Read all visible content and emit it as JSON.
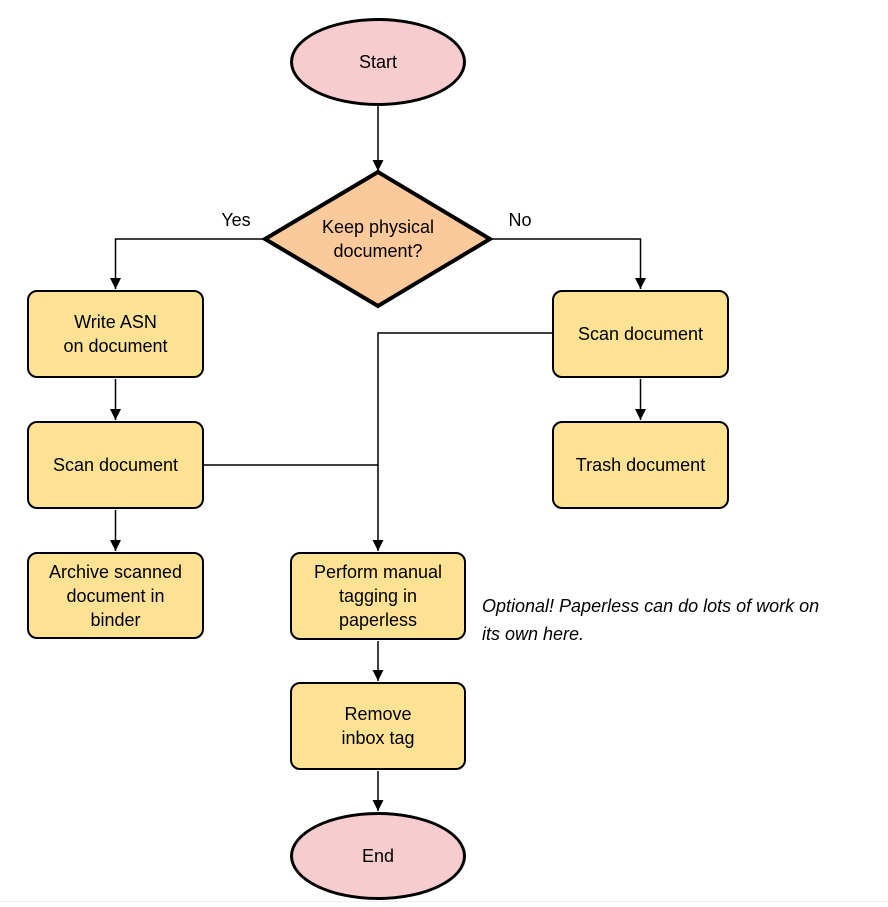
{
  "colors": {
    "background": "#FFFFFF",
    "stroke": "#000000",
    "terminal_fill": "#F7CCCE",
    "decision_fill": "#FCC99B",
    "process_fill": "#FDE294",
    "divider": "#EFEFEF"
  },
  "diagram": {
    "nodes": [
      {
        "id": "start",
        "shape": "ellipse",
        "label": "Start",
        "lines": [
          "Start"
        ]
      },
      {
        "id": "decision",
        "shape": "diamond",
        "label": "Keep physical document?",
        "lines": [
          "Keep physical",
          "document?"
        ]
      },
      {
        "id": "write-asn",
        "shape": "rect",
        "label": "Write ASN on document",
        "lines": [
          "Write ASN",
          "on document"
        ]
      },
      {
        "id": "scan-left",
        "shape": "rect",
        "label": "Scan document",
        "lines": [
          "Scan document"
        ]
      },
      {
        "id": "archive",
        "shape": "rect",
        "label": "Archive scanned document in binder",
        "lines": [
          "Archive scanned",
          "document in",
          "binder"
        ]
      },
      {
        "id": "scan-right",
        "shape": "rect",
        "label": "Scan document",
        "lines": [
          "Scan document"
        ]
      },
      {
        "id": "trash",
        "shape": "rect",
        "label": "Trash document",
        "lines": [
          "Trash document"
        ]
      },
      {
        "id": "tagging",
        "shape": "rect",
        "label": "Perform manual tagging in paperless",
        "lines": [
          "Perform manual",
          "tagging in",
          "paperless"
        ]
      },
      {
        "id": "remove-inbox",
        "shape": "rect",
        "label": "Remove inbox tag",
        "lines": [
          "Remove",
          "inbox tag"
        ]
      },
      {
        "id": "end",
        "shape": "ellipse",
        "label": "End",
        "lines": [
          "End"
        ]
      }
    ],
    "edge_labels": {
      "yes": "Yes",
      "no": "No"
    },
    "note": {
      "lines": [
        "Optional! Paperless can do lots of work on",
        "its own here."
      ]
    }
  }
}
